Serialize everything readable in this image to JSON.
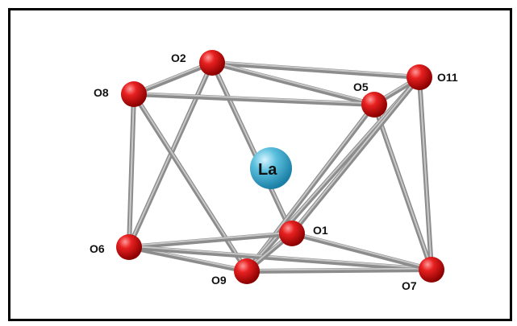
{
  "figure": {
    "central_atom": {
      "id": "La",
      "label": "La",
      "color": "#5bc0de"
    },
    "oxygen_color": "#e01010",
    "bond_color": "#8c8c8c",
    "atoms": [
      {
        "id": "O1",
        "label": "O1"
      },
      {
        "id": "O2",
        "label": "O2"
      },
      {
        "id": "O5",
        "label": "O5"
      },
      {
        "id": "O6",
        "label": "O6"
      },
      {
        "id": "O7",
        "label": "O7"
      },
      {
        "id": "O8",
        "label": "O8"
      },
      {
        "id": "O9",
        "label": "O9"
      },
      {
        "id": "O11",
        "label": "O11"
      }
    ],
    "bonds": [
      [
        "O2",
        "O8"
      ],
      [
        "O2",
        "O11"
      ],
      [
        "O2",
        "O5"
      ],
      [
        "O2",
        "O6"
      ],
      [
        "O2",
        "O1"
      ],
      [
        "O8",
        "O5"
      ],
      [
        "O8",
        "O6"
      ],
      [
        "O8",
        "O9"
      ],
      [
        "O5",
        "O11"
      ],
      [
        "O5",
        "O9"
      ],
      [
        "O5",
        "O7"
      ],
      [
        "O11",
        "O7"
      ],
      [
        "O11",
        "O9"
      ],
      [
        "O11",
        "O1"
      ],
      [
        "O6",
        "O9"
      ],
      [
        "O6",
        "O1"
      ],
      [
        "O6",
        "O7"
      ],
      [
        "O9",
        "O1"
      ],
      [
        "O9",
        "O7"
      ],
      [
        "O1",
        "O7"
      ]
    ]
  }
}
